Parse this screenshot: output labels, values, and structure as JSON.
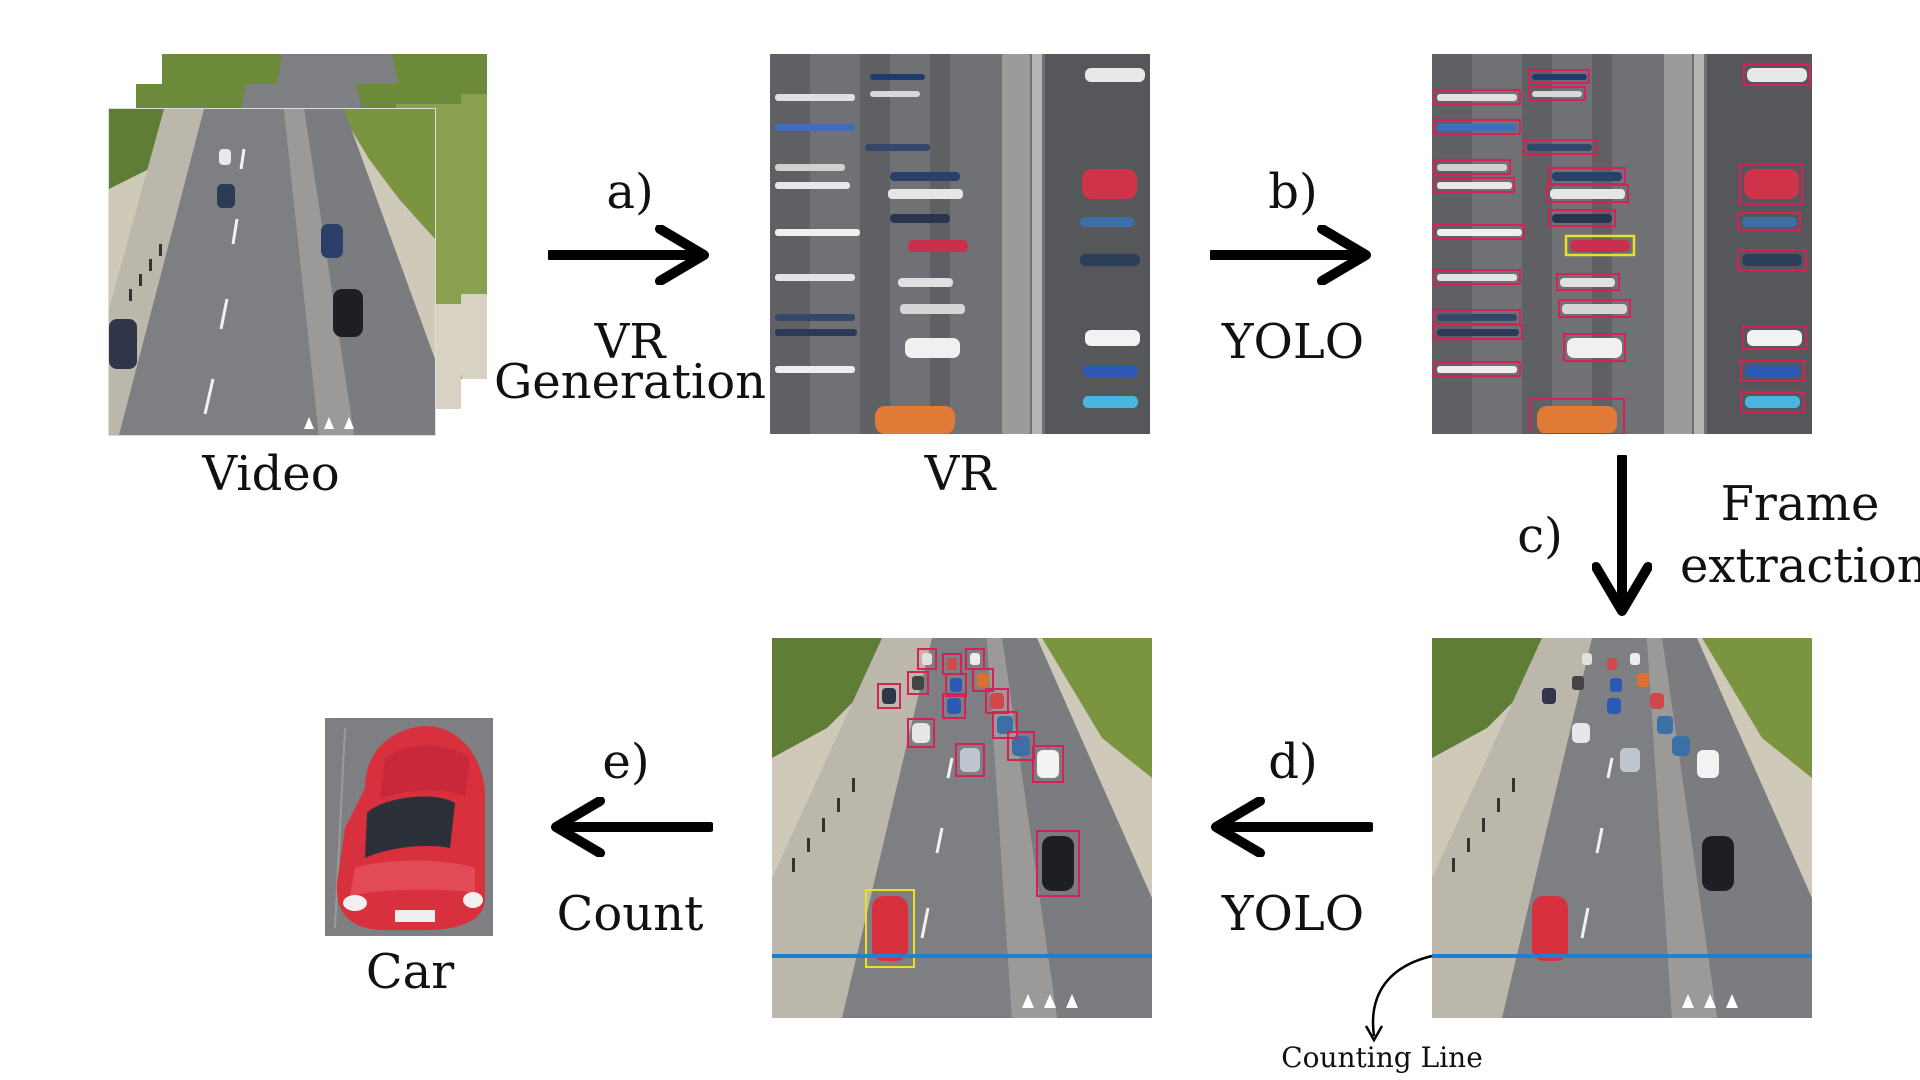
{
  "labels": {
    "video": "Video",
    "vr": "VR",
    "car": "Car",
    "counting_line": "Counting Line"
  },
  "steps": {
    "a": {
      "letter": "a)",
      "caption_line1": "VR",
      "caption_line2": "Generation"
    },
    "b": {
      "letter": "b)",
      "caption": "YOLO"
    },
    "c": {
      "letter": "c)",
      "caption_line1": "Frame",
      "caption_line2": "extraction"
    },
    "d": {
      "letter": "d)",
      "caption": "YOLO"
    },
    "e": {
      "letter": "e)",
      "caption": "Count"
    }
  },
  "colors": {
    "arrow": "#000000",
    "detection_box": "#d6205a",
    "highlight_box": "#e8e020",
    "counting_line": "#1f7fd0",
    "road": "#7d7f82",
    "car_red": "#d8303c",
    "foliage": "#6d8a3a"
  }
}
